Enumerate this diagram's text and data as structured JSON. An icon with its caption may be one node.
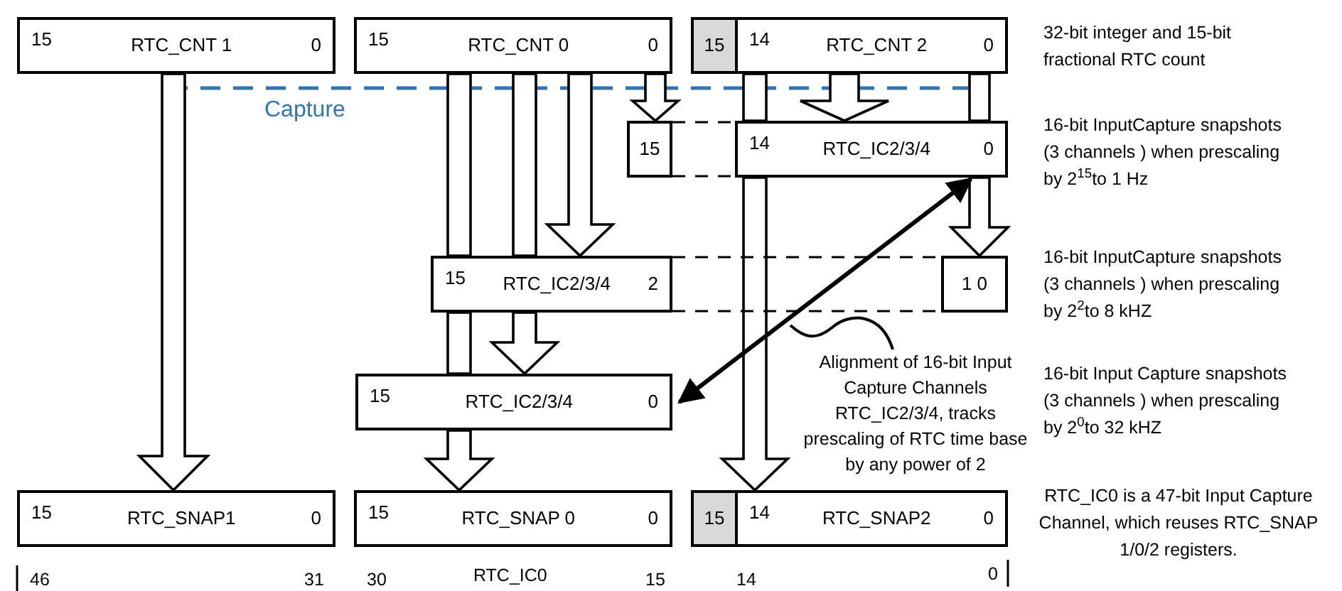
{
  "diagram": {
    "nodes": [
      {
        "text": [
          "15",
          "RTC_CNT 1",
          "0"
        ]
      },
      {
        "text": [
          "15",
          "RTC_CNT 0",
          "0"
        ]
      },
      {
        "text": [
          "14",
          "RTC_CNT 2",
          "0"
        ]
      },
      {
        "text": [
          "15"
        ],
        "in": 2
      },
      {
        "text": [
          "15"
        ]
      },
      {
        "text": [
          "14",
          "RTC_IC2/3/4",
          "0"
        ]
      },
      {
        "text": [
          "15",
          "RTC_IC2/3/4",
          "2"
        ]
      },
      {
        "text": [
          "1 0"
        ]
      },
      {
        "text": [
          "15",
          "RTC_IC2/3/4",
          "0"
        ]
      },
      {
        "text": [
          "Alignment of 16-bit Input Capture Channels RTC_IC2/3/4, tracks prescaling of RTC time base by any power of 2"
        ]
      },
      {
        "text": [
          "15",
          "RTC_SNAP1",
          "0"
        ]
      },
      {
        "text": [
          "15",
          "RTC_SNAP 0",
          "0"
        ]
      },
      {
        "text": [
          "14",
          "RTC_SNAP2",
          "0"
        ]
      },
      {
        "text": [
          "15"
        ],
        "in": 12
      }
    ],
    "edges": [
      {
        "from": 0,
        "to": 10,
        "arrow": "to"
      },
      {
        "from": 1,
        "to": 6,
        "arrow": "none"
      },
      {
        "from": 1,
        "to": 6,
        "arrow": "none"
      },
      {
        "from": 1,
        "to": 6,
        "arrow": "to"
      },
      {
        "from": 6,
        "to": 8,
        "arrow": "none"
      },
      {
        "from": 6,
        "to": 8,
        "arrow": "to"
      },
      {
        "from": 8,
        "to": 11,
        "arrow": "to"
      },
      {
        "from": 1,
        "to": 4,
        "arrow": "to"
      },
      {
        "from": 2,
        "to": 5,
        "arrow": "none"
      },
      {
        "from": 2,
        "to": 5,
        "arrow": "to"
      },
      {
        "from": 2,
        "to": 5,
        "arrow": "none"
      },
      {
        "from": 5,
        "to": 7,
        "arrow": "to"
      },
      {
        "from": 5,
        "to": 12,
        "arrow": "to"
      },
      {
        "from": 4,
        "to": 5,
        "arrow": "none",
        "style": "dashed"
      },
      {
        "from": 4,
        "to": 5,
        "arrow": "none",
        "style": "dashed"
      },
      {
        "from": 6,
        "to": 7,
        "arrow": "none",
        "style": "dashed"
      },
      {
        "from": 6,
        "to": 7,
        "arrow": "none",
        "style": "dashed"
      },
      {
        "from": 8,
        "to": 5,
        "arrow": "both",
        "style": "thick"
      },
      {
        "from": 9,
        "to": null,
        "arrow": "none"
      }
    ],
    "labels": [
      "Capture",
      "32-bit integer and 15-bit fractional RTC count",
      "16-bit InputCapture snapshots (3 channels ) when prescaling by 2$^{15}$to 1 Hz",
      "16-bit InputCapture snapshots (3 channels ) when prescaling by 2$^{2}$to 8 kHZ",
      "16-bit Input Capture snapshots (3 channels ) when prescaling by 2$^{0}$to 32 kHZ",
      "RTC_IC0 is a 47-bit Input Capture Channel, which reuses RTC_SNAP 1/0/2 registers.",
      "46",
      "31",
      "30",
      "RTC_IC0",
      "15",
      "14",
      "0"
    ]
  }
}
